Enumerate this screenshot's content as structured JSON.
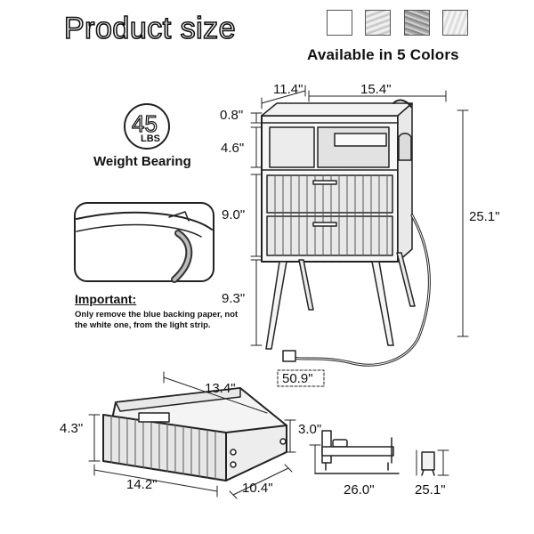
{
  "title": "Product size",
  "colors": {
    "label": "Available in 5 Colors"
  },
  "weight": {
    "value": "45",
    "unit": "LBS",
    "caption": "Weight Bearing"
  },
  "important": {
    "heading": "Important:",
    "note": "Only remove the blue backing paper, not the white one, from the light strip."
  },
  "dimensions": {
    "depth": "11.4\"",
    "width": "15.4\"",
    "top_thickness": "0.8\"",
    "open_shelf": "4.6\"",
    "drawers": "9.0\"",
    "legs": "9.3\"",
    "total_height": "25.1\"",
    "cord": "50.9\"",
    "drawer_inner_width": "13.4\"",
    "drawer_height": "4.3\"",
    "drawer_inner_height": "3.0\"",
    "drawer_width": "14.2\"",
    "drawer_depth": "10.4\"",
    "bed_height": "26.0\"",
    "table_height": "25.1\""
  }
}
